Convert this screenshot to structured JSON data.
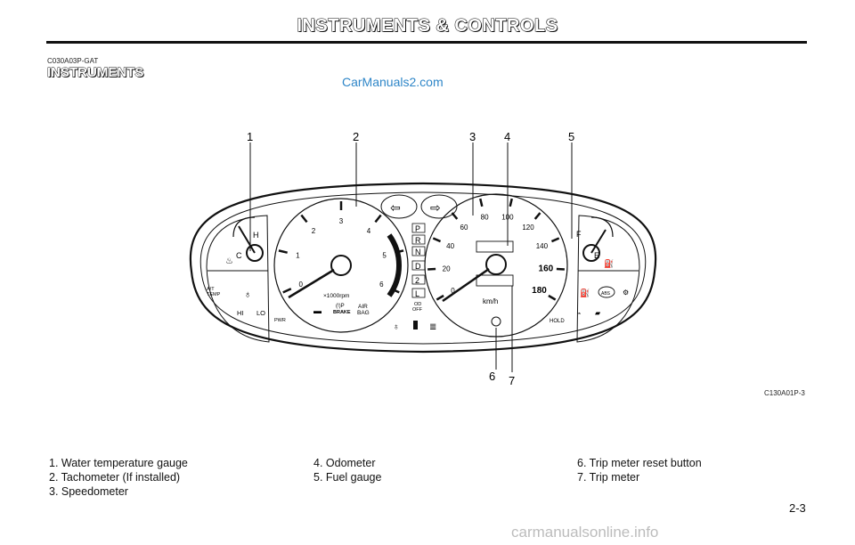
{
  "header": {
    "section_title": "INSTRUMENTS & CONTROLS",
    "doc_code": "C030A03P-GAT",
    "heading": "INSTRUMENTS"
  },
  "watermarks": {
    "top": "CarManuals2.com",
    "bottom": "carmanualsonline.info"
  },
  "figure": {
    "code": "C130A01P-3",
    "callouts": [
      "1",
      "2",
      "3",
      "4",
      "5",
      "6",
      "7"
    ],
    "temp_gauge": {
      "hot": "H",
      "cold": "C"
    },
    "fuel_gauge": {
      "full": "F",
      "empty": "E"
    },
    "tachometer": {
      "ticks": [
        "0",
        "1",
        "2",
        "3",
        "4",
        "5",
        "6"
      ],
      "unit": "×1000rpm"
    },
    "speedometer": {
      "ticks": [
        "0",
        "20",
        "40",
        "60",
        "80",
        "100",
        "120",
        "140",
        "160",
        "180"
      ],
      "unit": "km/h"
    },
    "gear_indicators": [
      "P",
      "R",
      "N",
      "D",
      "2",
      "L"
    ],
    "od_off": {
      "line1": "OD",
      "line2": "OFF"
    },
    "left_labels": {
      "at_temp": "A/T TEMP",
      "hi": "HI",
      "lo": "LO",
      "pwr": "PWR"
    },
    "warnings": {
      "brake": "BRAKE",
      "airbag_line1": "AIR",
      "airbag_line2": "BAG",
      "abs": "ABS",
      "hold": "HOLD"
    }
  },
  "legend": {
    "col1": [
      "1.  Water temperature gauge",
      "2.  Tachometer (If installed)",
      "3.  Speedometer"
    ],
    "col2": [
      "4.  Odometer",
      "5.  Fuel gauge"
    ],
    "col3": [
      "6.  Trip meter reset button",
      "7.  Trip meter"
    ]
  },
  "page_number": "2-3"
}
